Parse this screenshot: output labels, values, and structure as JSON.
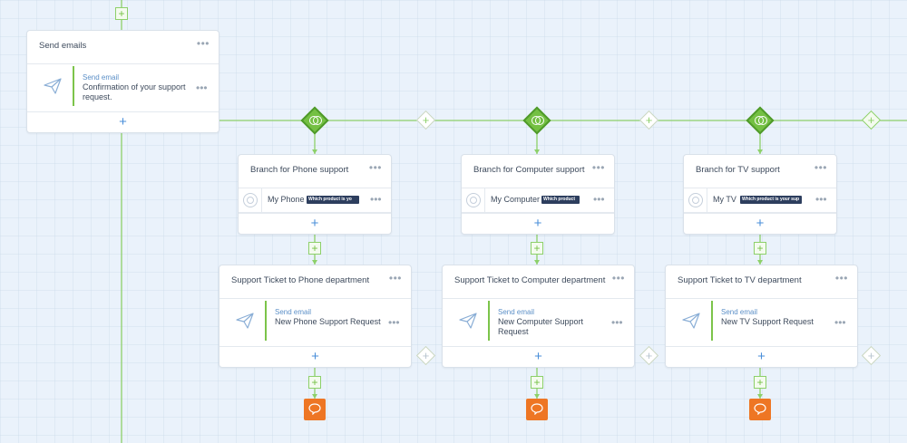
{
  "send_emails_card": {
    "title": "Send emails",
    "action_type": "Send email",
    "action_text": "Confirmation of your support request."
  },
  "branches": [
    {
      "branch_title": "Branch for Phone support",
      "choice_label": "My Phone",
      "choice_tag": "Which product is yo",
      "ticket_title": "Support Ticket to Phone department",
      "action_type": "Send email",
      "action_text": "New Phone Support Request"
    },
    {
      "branch_title": "Branch for Computer support",
      "choice_label": "My Computer",
      "choice_tag": "Which product",
      "ticket_title": "Support Ticket to Computer department",
      "action_type": "Send email",
      "action_text": "New Computer Support Request"
    },
    {
      "branch_title": "Branch for TV support",
      "choice_label": "My TV",
      "choice_tag": "Which product is your sup",
      "ticket_title": "Support Ticket to TV department",
      "action_type": "Send email",
      "action_text": "New TV Support Request"
    }
  ],
  "symbols": {
    "menu": "•••",
    "add": "+"
  },
  "colors": {
    "accent_green": "#74c043",
    "link_blue": "#4a8fd9",
    "end_orange": "#ee7624",
    "tag_navy": "#2d3e5e"
  },
  "icons": [
    "send-icon",
    "radio-icon",
    "split-icon",
    "chat-icon",
    "plus-icon",
    "more-icon"
  ]
}
